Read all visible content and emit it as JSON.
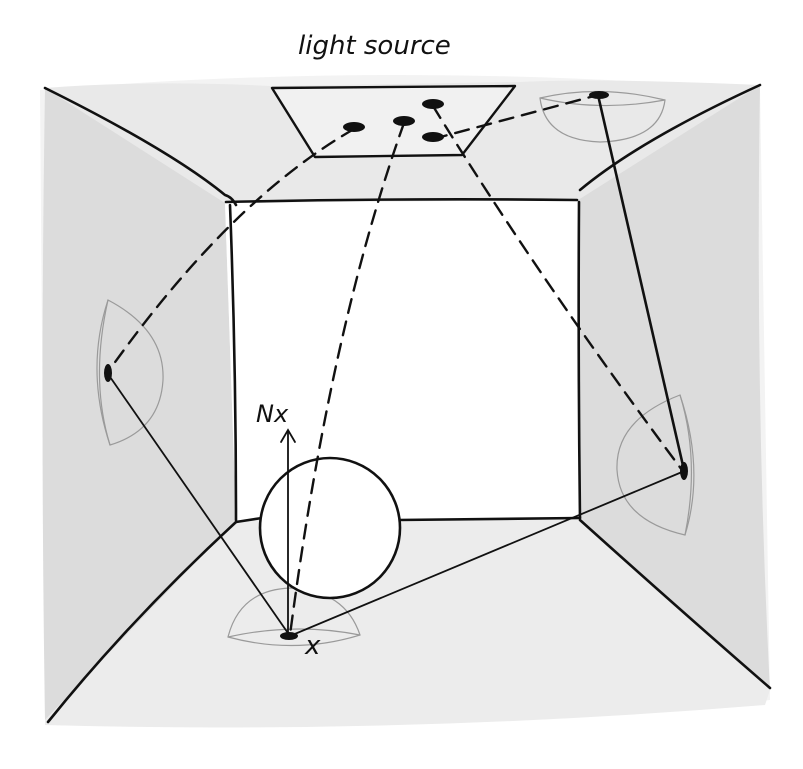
{
  "labels": {
    "light_source": "light source",
    "normal": "Nx",
    "point": "x"
  },
  "colors": {
    "background": "#ffffff",
    "wall_shade": "#dcdcdc",
    "floor_shade": "#ececec",
    "ceiling_shade": "#e9e9e9",
    "back_wall": "#ffffff",
    "ink": "#111111",
    "hemisphere_stroke": "#9a9a9a"
  }
}
